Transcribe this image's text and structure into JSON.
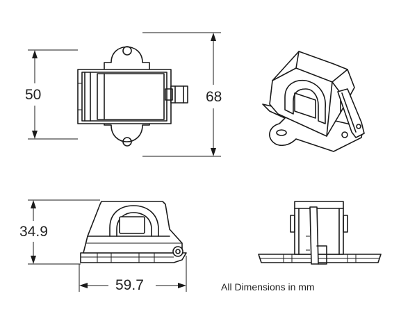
{
  "dimensions": {
    "top_width_label": "50",
    "top_height_label": "68",
    "front_height_label": "34.9",
    "front_width_label": "59.7"
  },
  "note": "All Dimensions in mm",
  "colors": {
    "line": "#1a1a1a",
    "background": "#ffffff"
  }
}
